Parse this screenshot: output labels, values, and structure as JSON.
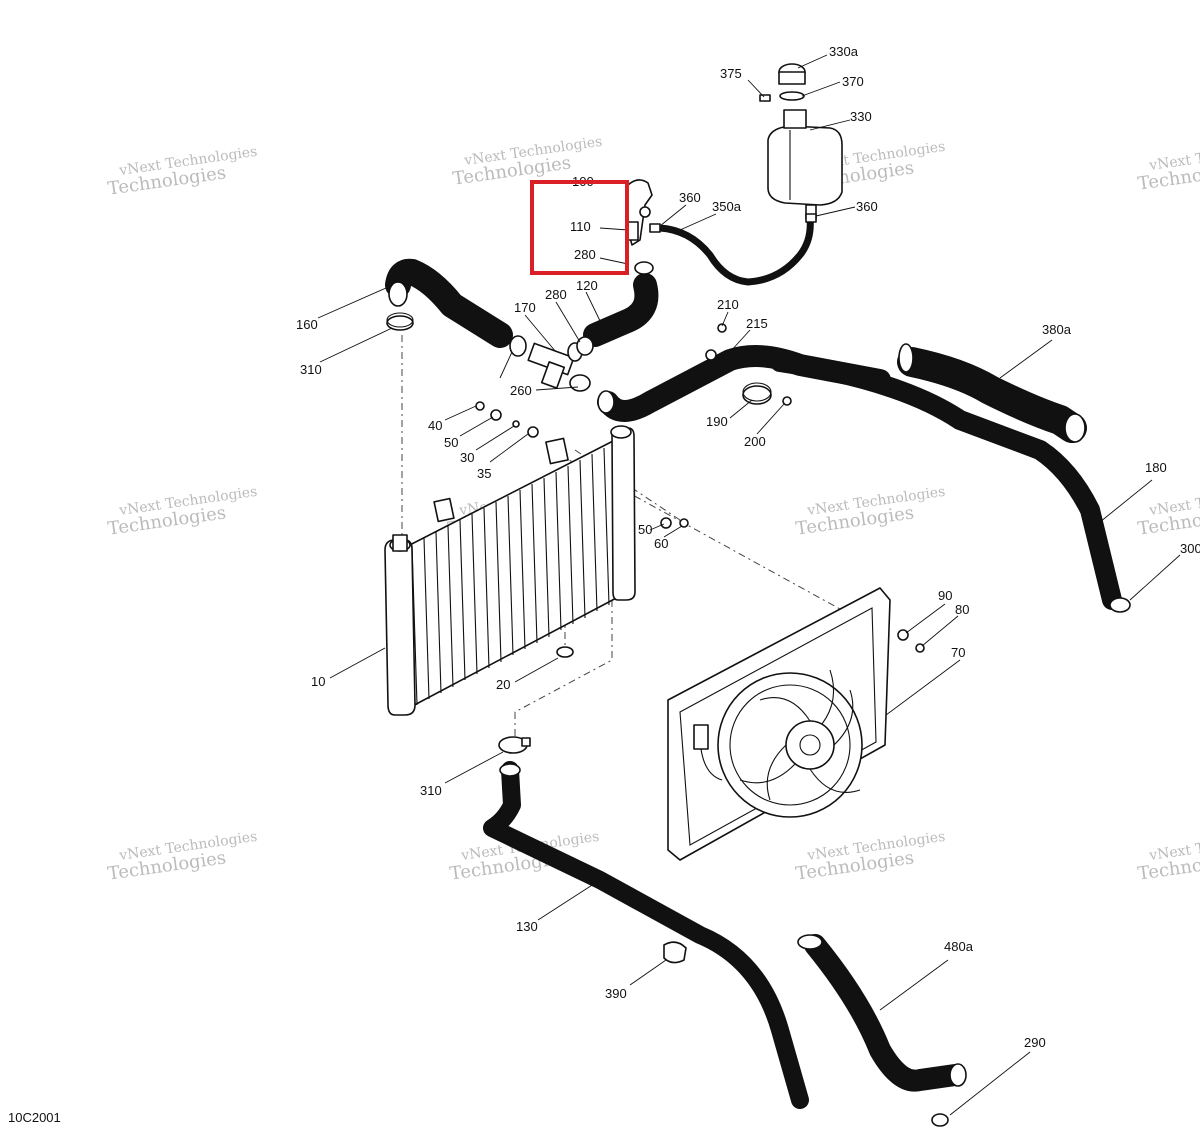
{
  "figure_code": "10C2001",
  "watermark": {
    "line1": "vNext Technologies",
    "line2": "Technologies",
    "line3": "vNext"
  },
  "highlight_color": "#d92027",
  "callouts": {
    "c330a": "330a",
    "c375": "375",
    "c370": "370",
    "c330": "330",
    "c100": "100",
    "c360a": "360",
    "c350a": "350a",
    "c110": "110",
    "c280a": "280",
    "c360b": "360",
    "c160": "160",
    "c310a": "310",
    "c170": "170",
    "c280b": "280",
    "c120": "120",
    "c210": "210",
    "c215": "215",
    "c380a": "380a",
    "c260": "260",
    "c40": "40",
    "c50a": "50",
    "c30": "30",
    "c35": "35",
    "c190": "190",
    "c200": "200",
    "c180": "180",
    "c300": "300",
    "c50b": "50",
    "c60": "60",
    "c90": "90",
    "c80": "80",
    "c70": "70",
    "c10": "10",
    "c20": "20",
    "c310b": "310",
    "c130": "130",
    "c390": "390",
    "c480a": "480a",
    "c290": "290"
  }
}
